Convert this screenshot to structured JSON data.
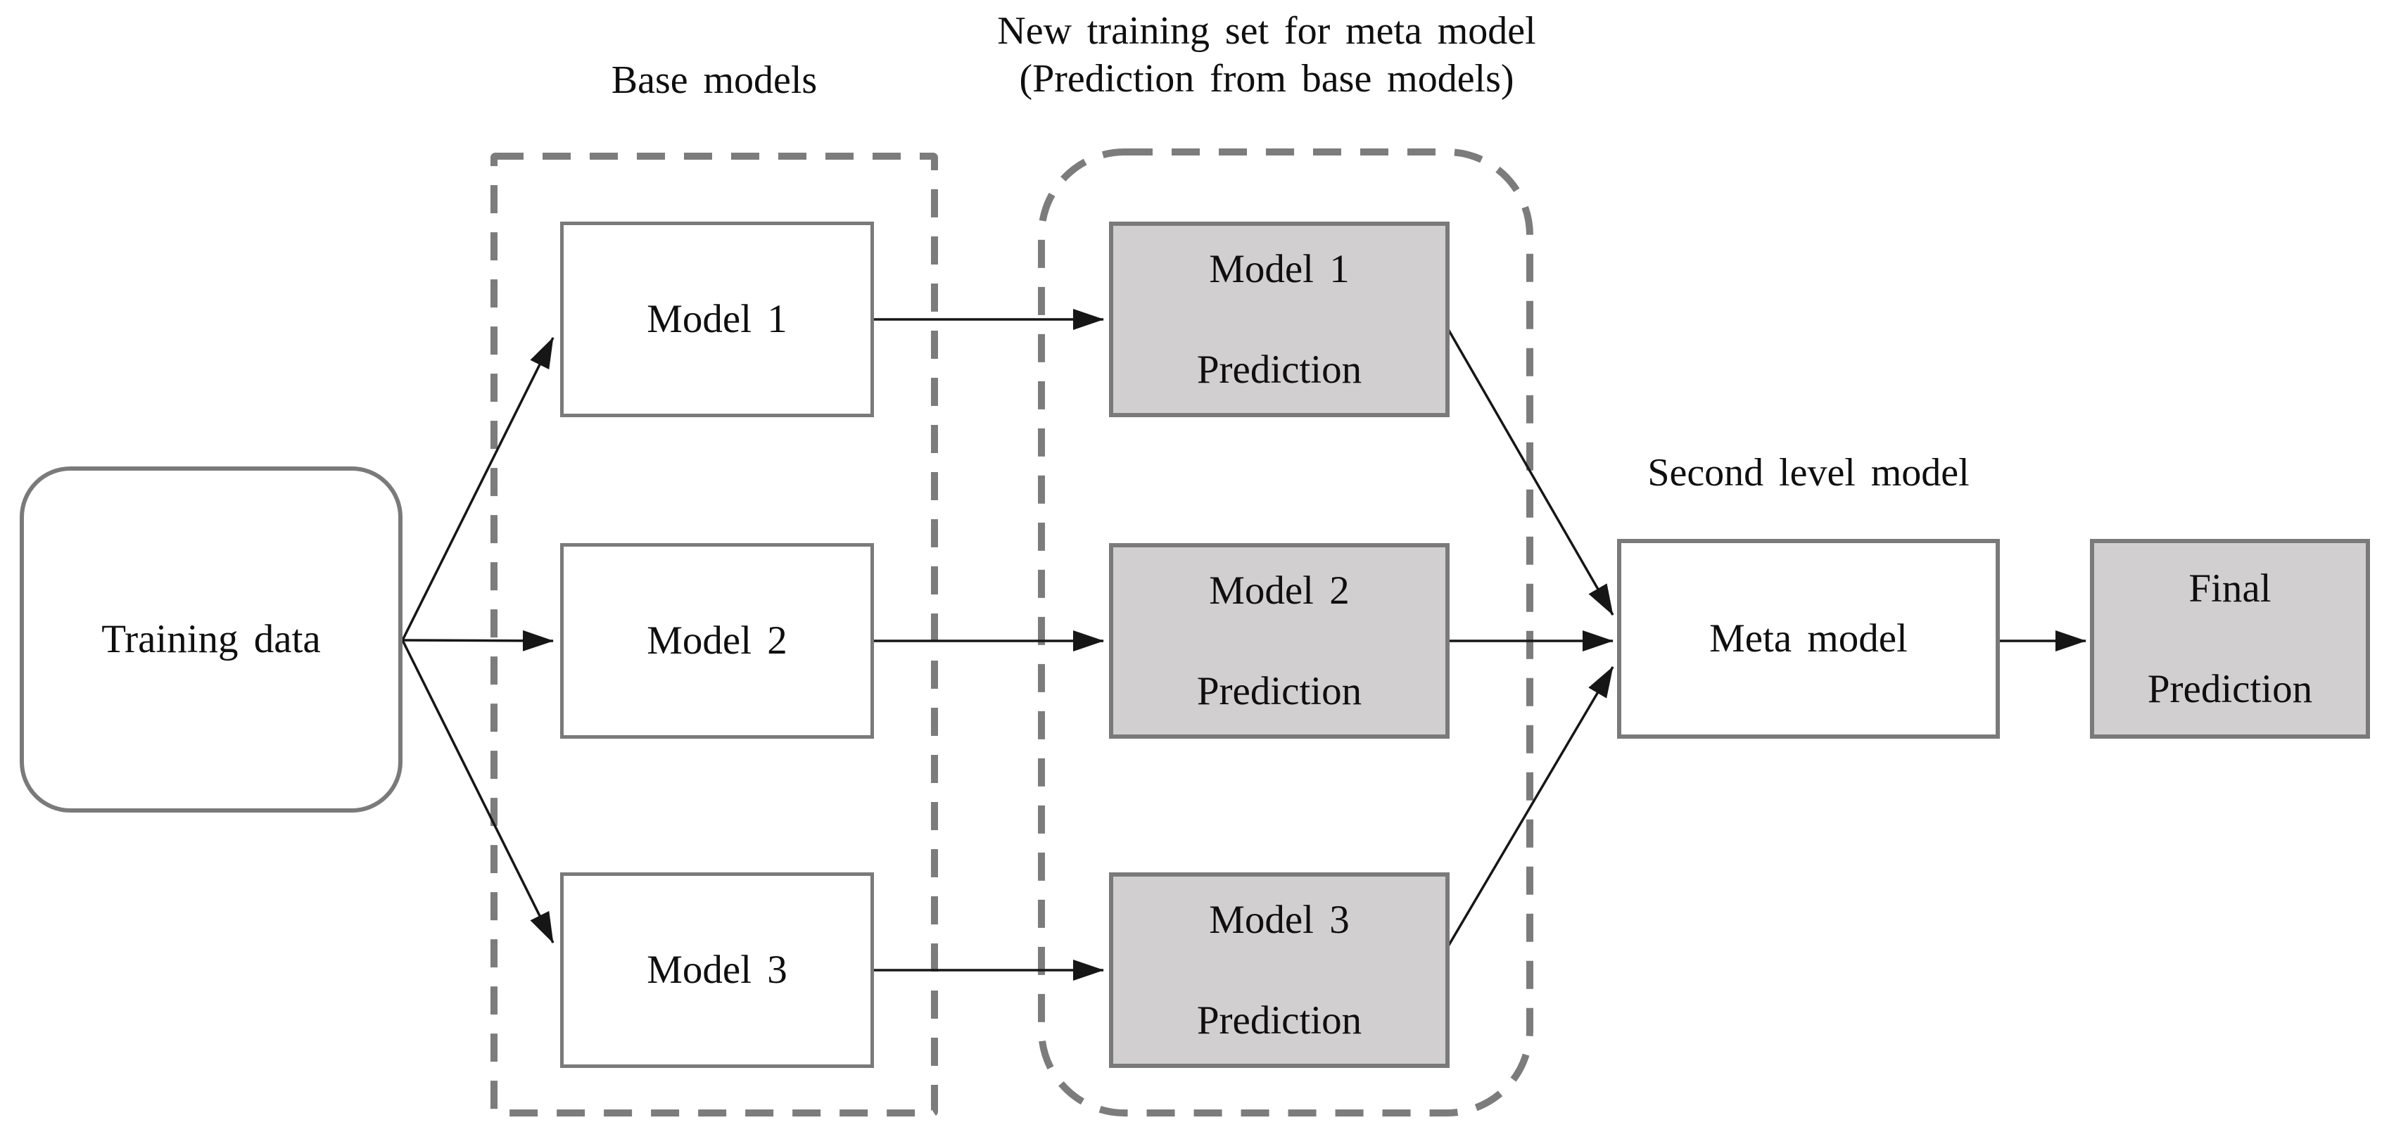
{
  "colors": {
    "background": "#ffffff",
    "box_border": "#7a7a7a",
    "gray_fill": "#d1cfcf",
    "dashed_border": "#7c7c7c",
    "connector": "#161616",
    "text": "#0f0f0f"
  },
  "title": {
    "line1": "New training set for meta model",
    "line2": "(Prediction from base models)"
  },
  "group_labels": {
    "base_models": "Base models",
    "second_level_model": "Second level model"
  },
  "nodes": {
    "training_data": {
      "label": "Training data"
    },
    "base_models": [
      {
        "label": "Model 1"
      },
      {
        "label": "Model 2"
      },
      {
        "label": "Model 3"
      }
    ],
    "predictions": [
      {
        "line1": "Model 1",
        "line2": "Prediction"
      },
      {
        "line1": "Model 2",
        "line2": "Prediction"
      },
      {
        "line1": "Model 3",
        "line2": "Prediction"
      }
    ],
    "meta_model": {
      "label": "Meta model"
    },
    "final_prediction": {
      "line1": "Final",
      "line2": "Prediction"
    }
  }
}
